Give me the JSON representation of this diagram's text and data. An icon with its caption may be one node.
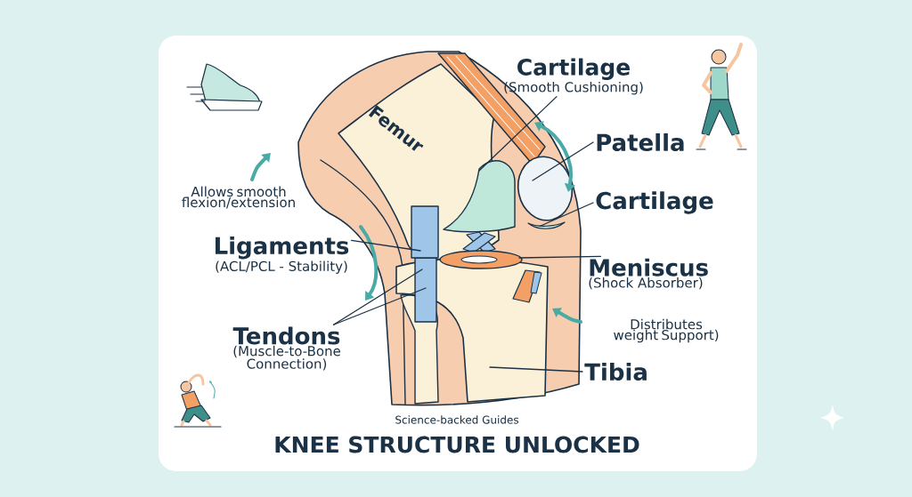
{
  "diagram": {
    "title": "KNEE STRUCTURE UNLOCKED",
    "nodes": [
      {
        "text": [
          "Cartilage",
          "(Smooth Cushioning)"
        ]
      },
      {
        "text": [
          "Patella"
        ]
      },
      {
        "text": [
          "Cartilage"
        ]
      },
      {
        "text": [
          "Meniscus",
          "(Shock Absorber)"
        ]
      },
      {
        "text": [
          "Ligaments",
          "(ACL/PCL - Stability)"
        ]
      },
      {
        "text": [
          "Tendons",
          "(Muscle-to-Bone Connection)"
        ]
      },
      {
        "text": [
          "Tibia"
        ]
      },
      {
        "text": [],
        "shape": "picture"
      },
      {
        "text": [],
        "shape": "picture"
      },
      {
        "text": [],
        "shape": "picture"
      },
      {
        "text": [],
        "shape": "picture"
      },
      {
        "text": [],
        "shape": "box"
      },
      {
        "text": [],
        "shape": "box",
        "in": 13
      },
      {
        "text": [],
        "shape": "picture"
      }
    ],
    "edges": [
      {
        "from": 0,
        "to": 7,
        "arrow": "none"
      },
      {
        "from": 1,
        "to": 8,
        "arrow": "none"
      },
      {
        "from": 2,
        "to": 9,
        "arrow": "none"
      },
      {
        "from": 3,
        "to": 10,
        "arrow": "none"
      },
      {
        "from": 4,
        "to": 11,
        "arrow": "none"
      },
      {
        "from": 5,
        "to": 12,
        "arrow": "none"
      },
      {
        "from": 5,
        "to": 12,
        "arrow": "none"
      },
      {
        "from": 6,
        "to": 13,
        "arrow": "none"
      }
    ],
    "labels": [
      "Femur",
      "Allows smooth flexion/extension",
      "Distributes weight Support)",
      "Science-backed Guides"
    ]
  }
}
